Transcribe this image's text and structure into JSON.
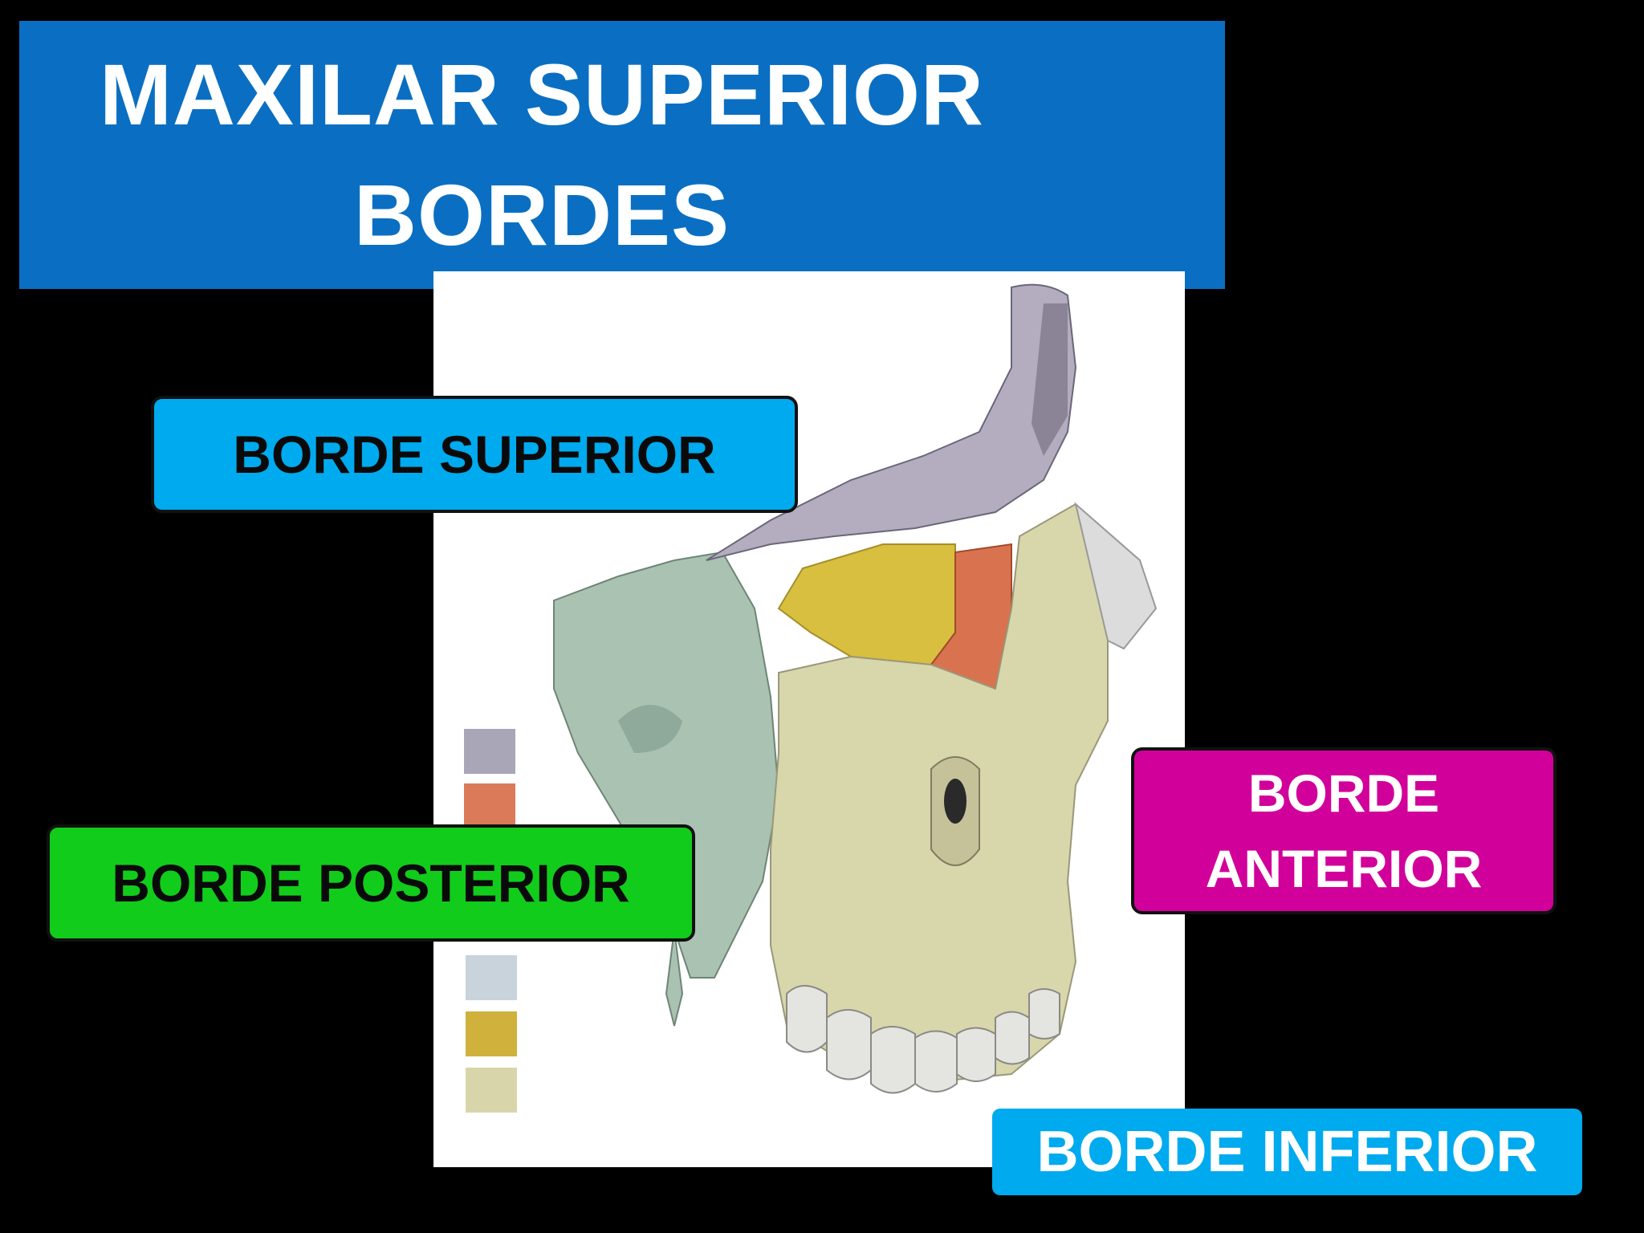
{
  "title": {
    "line1": "MAXILAR SUPERIOR",
    "line2": "BORDES"
  },
  "labels": {
    "superior": "BORDE SUPERIOR",
    "posterior": "BORDE POSTERIOR",
    "anterior_line1": "BORDE",
    "anterior_line2": "ANTERIOR",
    "inferior": "BORDE INFERIOR"
  },
  "colors": {
    "title_banner": "#0a6fc2",
    "borde_superior": "#00aaee",
    "borde_posterior": "#11cc1b",
    "borde_anterior": "#d2009a",
    "borde_inferior": "#00aaee",
    "bone_frontal_purple": "#b3adbf",
    "bone_orbit_orange": "#d9734f",
    "bone_lacrimal_yellow": "#d9bf3f",
    "bone_maxilla_cream": "#d8d6ab",
    "bone_sphenoid_green": "#a9c2b2"
  },
  "legend_swatches": [
    "#a9a6b8",
    "#da7a58",
    "#ffffff",
    "#ffffff",
    "#c8d3dc",
    "#cfb13c",
    "#d9d5aa"
  ]
}
